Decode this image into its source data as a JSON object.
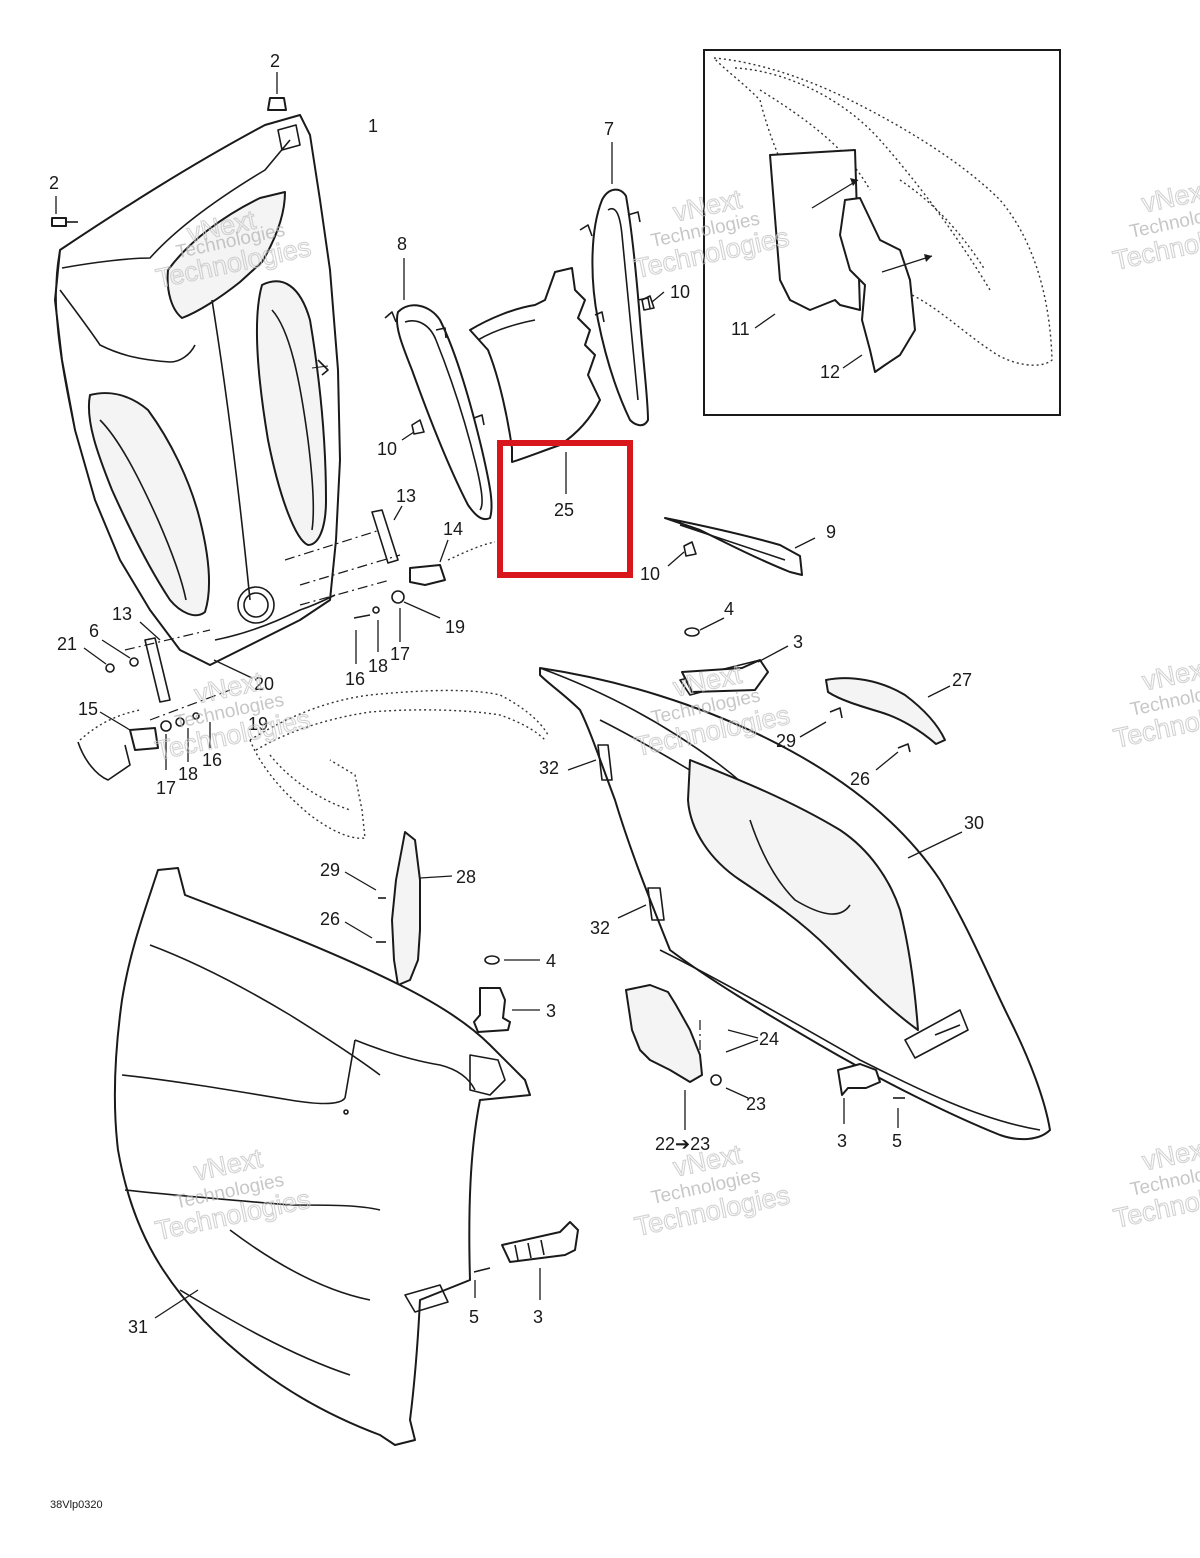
{
  "diagram": {
    "drawing_code": "38Vlp0320",
    "highlight_color": "#d9161c",
    "watermark": {
      "line1": "vNext",
      "line2": "Technologies",
      "line3": "Technologies"
    },
    "labels": {
      "p1": "1",
      "p2a": "2",
      "p2b": "2",
      "p3a": "3",
      "p3b": "3",
      "p3c": "3",
      "p3d": "3",
      "p4a": "4",
      "p4b": "4",
      "p5a": "5",
      "p5b": "5",
      "p6": "6",
      "p7": "7",
      "p8": "8",
      "p9": "9",
      "p10a": "10",
      "p10b": "10",
      "p10c": "10",
      "p11": "11",
      "p12": "12",
      "p13a": "13",
      "p13b": "13",
      "p14": "14",
      "p15": "15",
      "p16a": "16",
      "p16b": "16",
      "p17a": "17",
      "p17b": "17",
      "p18a": "18",
      "p18b": "18",
      "p19a": "19",
      "p19b": "19",
      "p20": "20",
      "p21": "21",
      "p22": "22➔23",
      "p23": "23",
      "p24": "24",
      "p25": "25",
      "p26a": "26",
      "p26b": "26",
      "p27": "27",
      "p28": "28",
      "p29a": "29",
      "p29b": "29",
      "p30": "30",
      "p31": "31",
      "p32a": "32",
      "p32b": "32"
    }
  }
}
